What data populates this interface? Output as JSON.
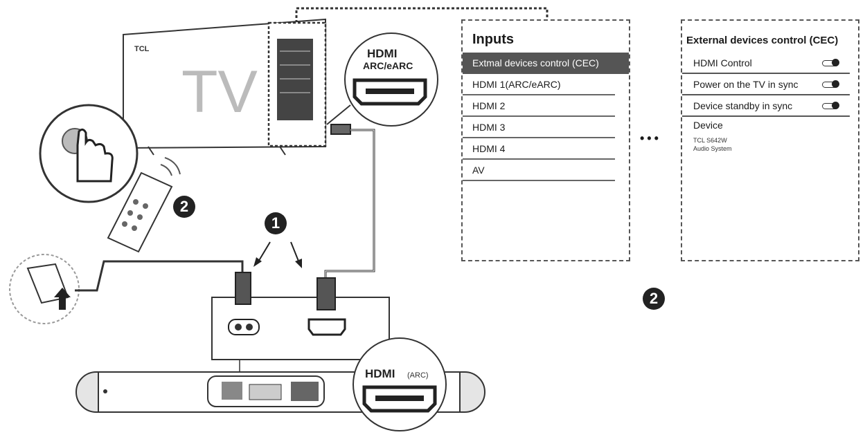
{
  "tv": {
    "brand": "TCL",
    "label": "TV"
  },
  "hdmi_tv_callout": {
    "logo": "HDMI",
    "label": "ARC/eARC"
  },
  "hdmi_bar_callout": {
    "logo": "HDMI",
    "label": "(ARC)"
  },
  "steps": {
    "connect": "1",
    "configure": "2"
  },
  "inputs_menu": {
    "title": "Inputs",
    "items": [
      {
        "label": "Extmal devices control (CEC)"
      },
      {
        "label": "HDMI 1(ARC/eARC)"
      },
      {
        "label": "HDMI 2"
      },
      {
        "label": "HDMI 3"
      },
      {
        "label": "HDMI 4"
      },
      {
        "label": "AV"
      }
    ]
  },
  "cec_menu": {
    "title": "External devices control (CEC)",
    "rows": [
      {
        "label": "HDMI Control"
      },
      {
        "label": "Power on the TV in sync"
      },
      {
        "label": "Device standby in sync"
      }
    ],
    "device_label": "Device",
    "device_model": "TCL S642W",
    "device_type": "Audio System"
  },
  "ellipsis": "•••",
  "icons": [
    "hand-press-icon",
    "remote-icon",
    "power-adapter-icon",
    "arrow-up-icon",
    "hdmi-port-icon"
  ]
}
